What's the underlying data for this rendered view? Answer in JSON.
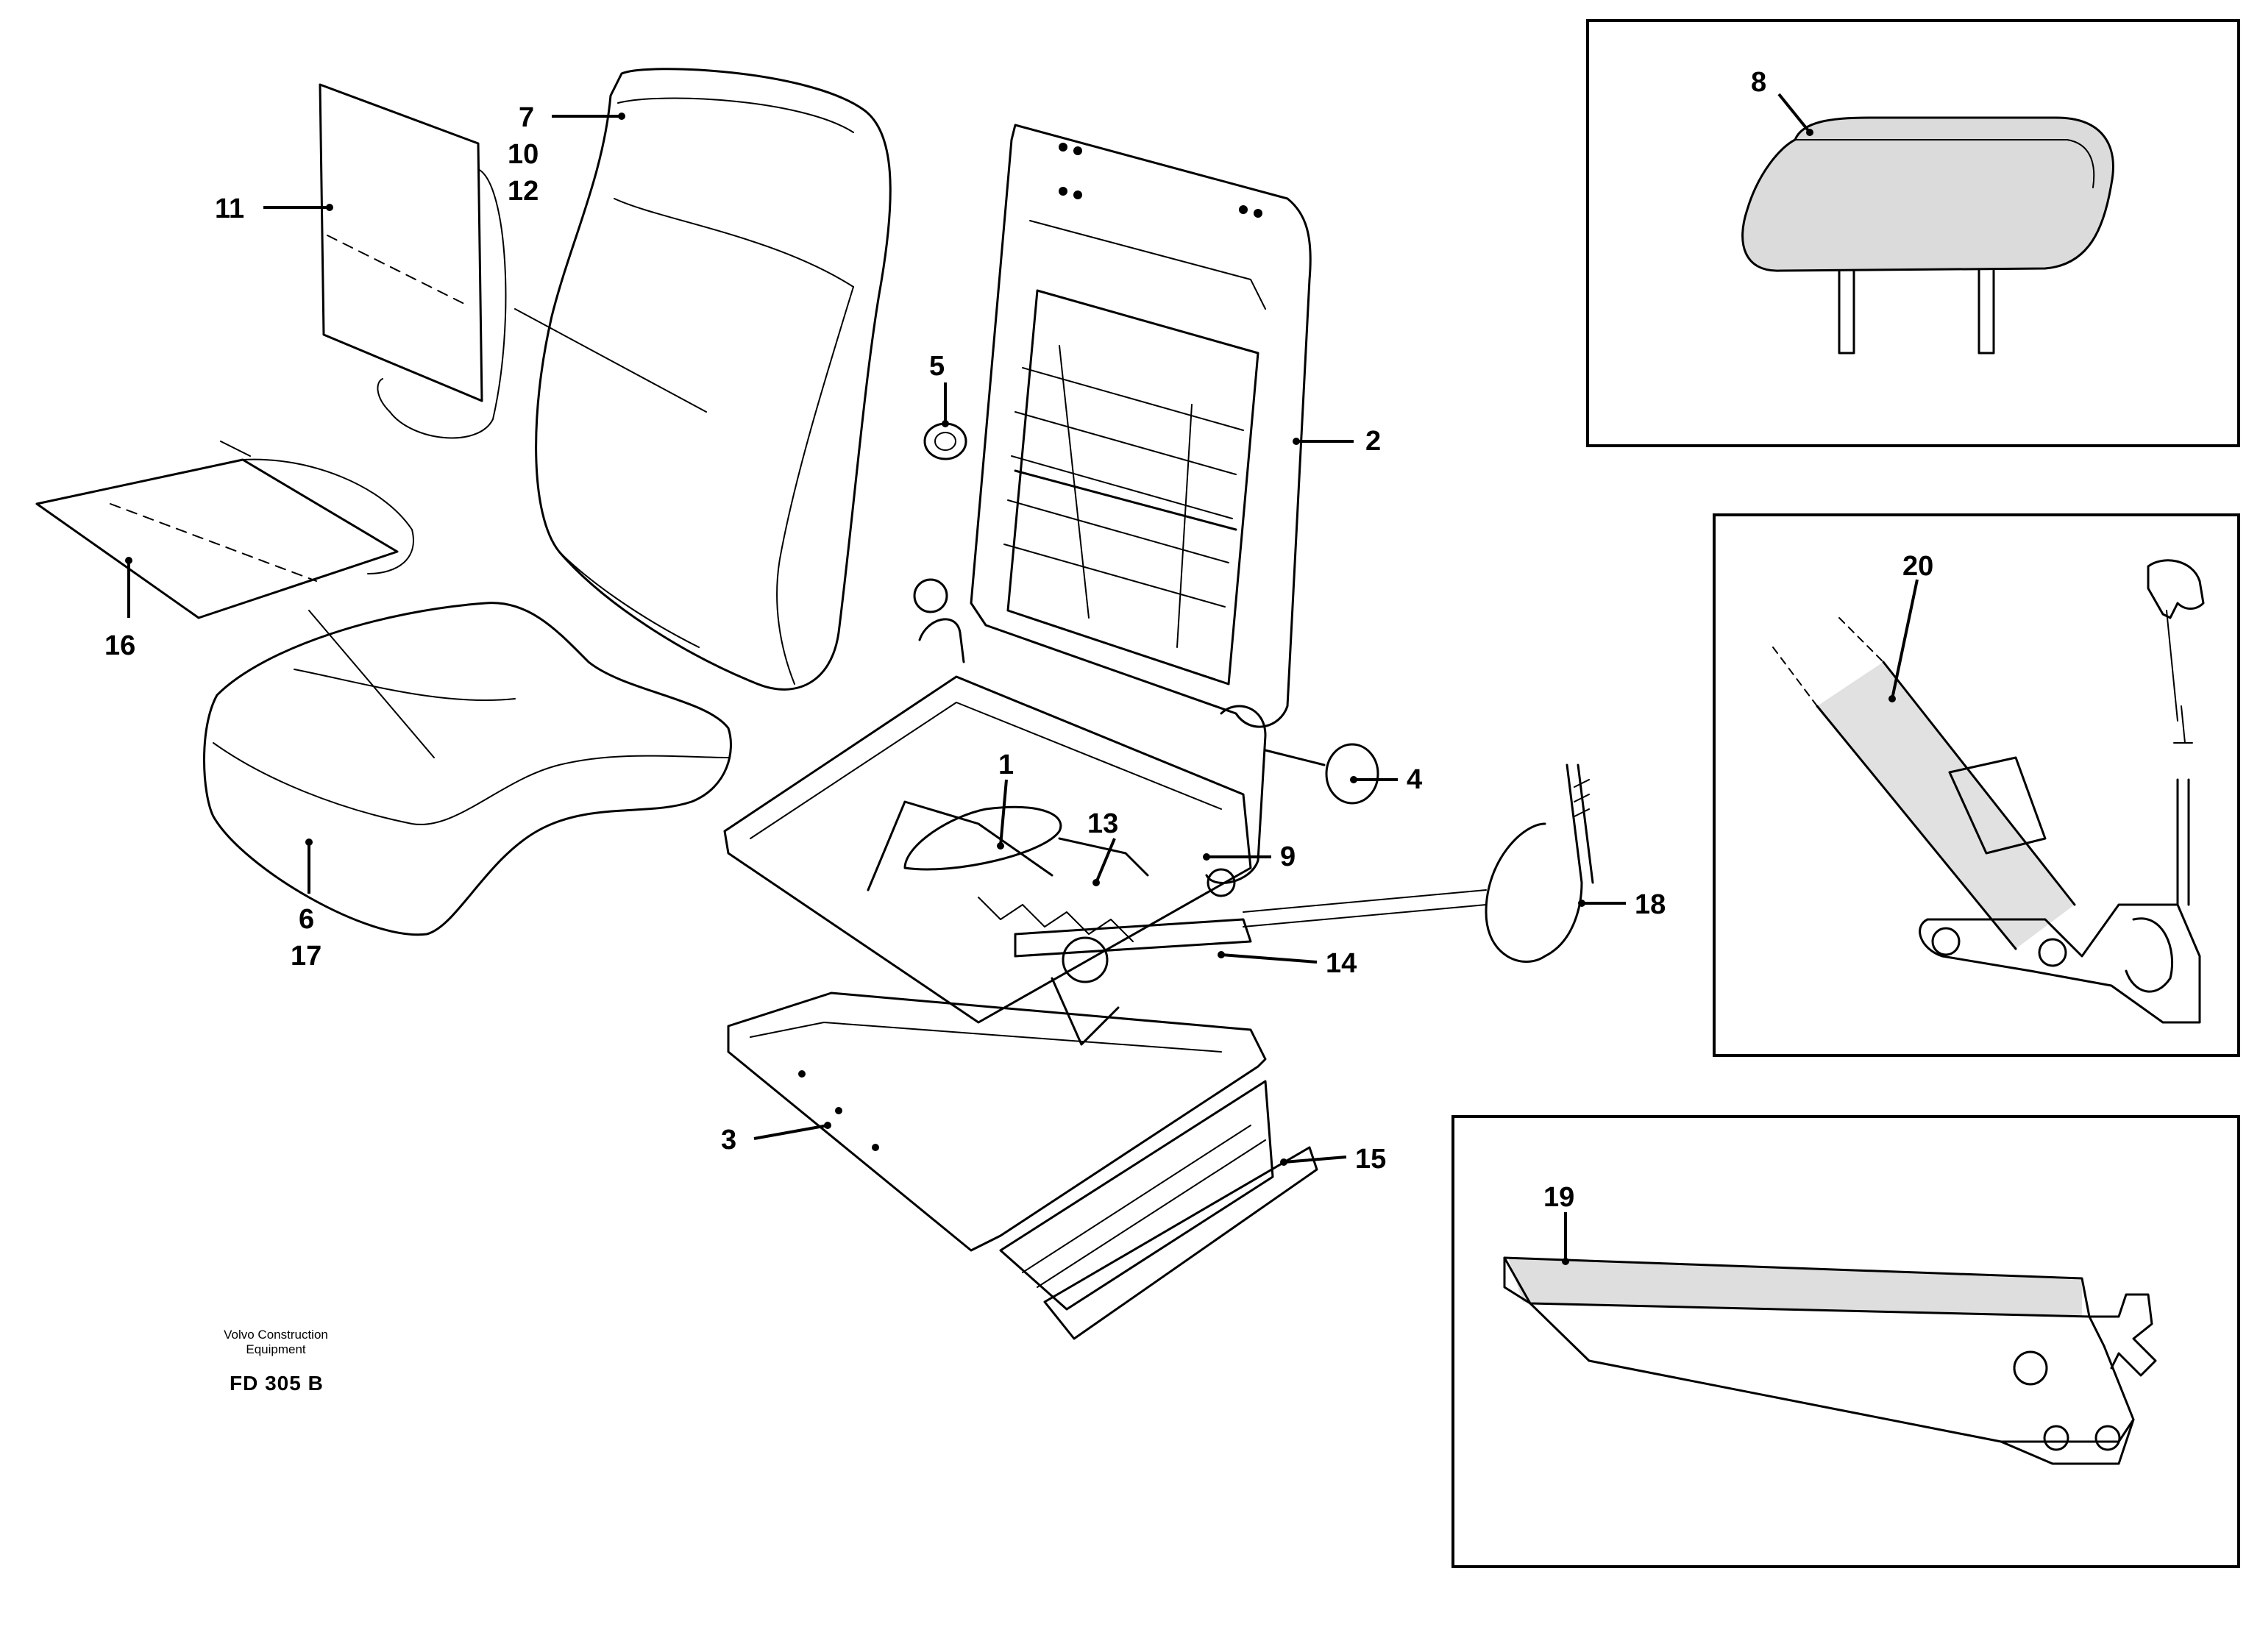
{
  "callouts": {
    "c1": "1",
    "c2": "2",
    "c3": "3",
    "c4": "4",
    "c5": "5",
    "c6": "6",
    "c17": "17",
    "c7": "7",
    "c10": "10",
    "c12": "12",
    "c8": "8",
    "c9": "9",
    "c11": "11",
    "c13": "13",
    "c14": "14",
    "c15": "15",
    "c16": "16",
    "c18": "18",
    "c19": "19",
    "c20": "20"
  },
  "footer": {
    "company_line1": "Volvo Construction",
    "company_line2": "Equipment",
    "drawing_code": "FD 305 B"
  }
}
